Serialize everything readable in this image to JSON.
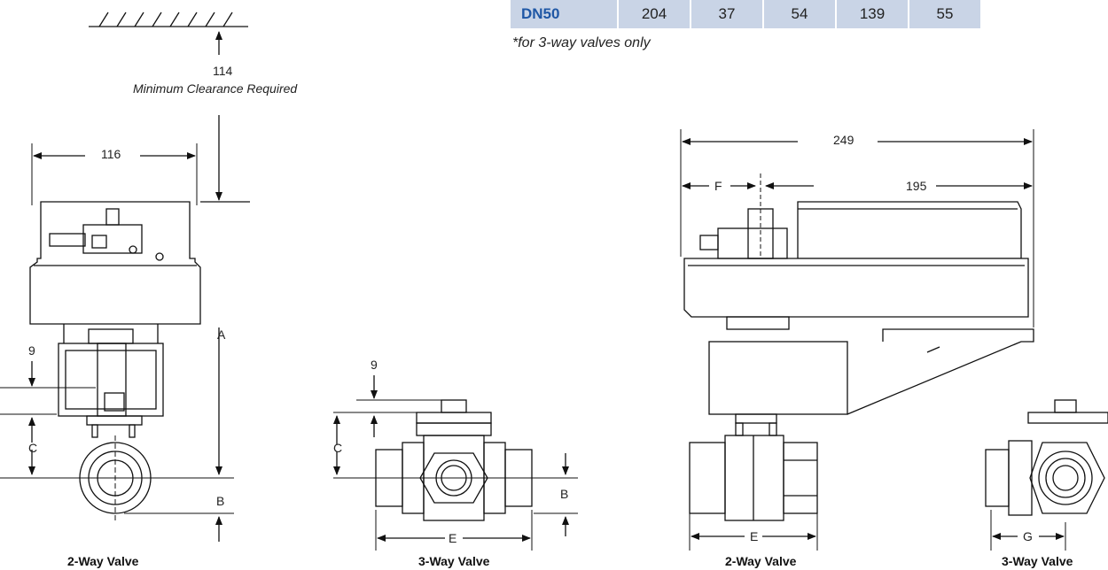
{
  "table": {
    "row_label": "DN50",
    "values": [
      "204",
      "37",
      "54",
      "139",
      "55"
    ]
  },
  "note": "*for 3-way valves only",
  "clearance": {
    "value": "114",
    "label": "Minimum Clearance Required"
  },
  "dimensions": {
    "width_116": "116",
    "length_249": "249",
    "length_195": "195",
    "A": "A",
    "B": "B",
    "C": "C",
    "E": "E",
    "F": "F",
    "G": "G",
    "nine": "9"
  },
  "captions": {
    "left_2way": "2-Way Valve",
    "left_3way": "3-Way Valve",
    "right_2way": "2-Way Valve",
    "right_3way": "3-Way Valve"
  },
  "colors": {
    "header_fill": "#c9d4e6",
    "row_label": "#1f57a5",
    "line": "#111111"
  }
}
